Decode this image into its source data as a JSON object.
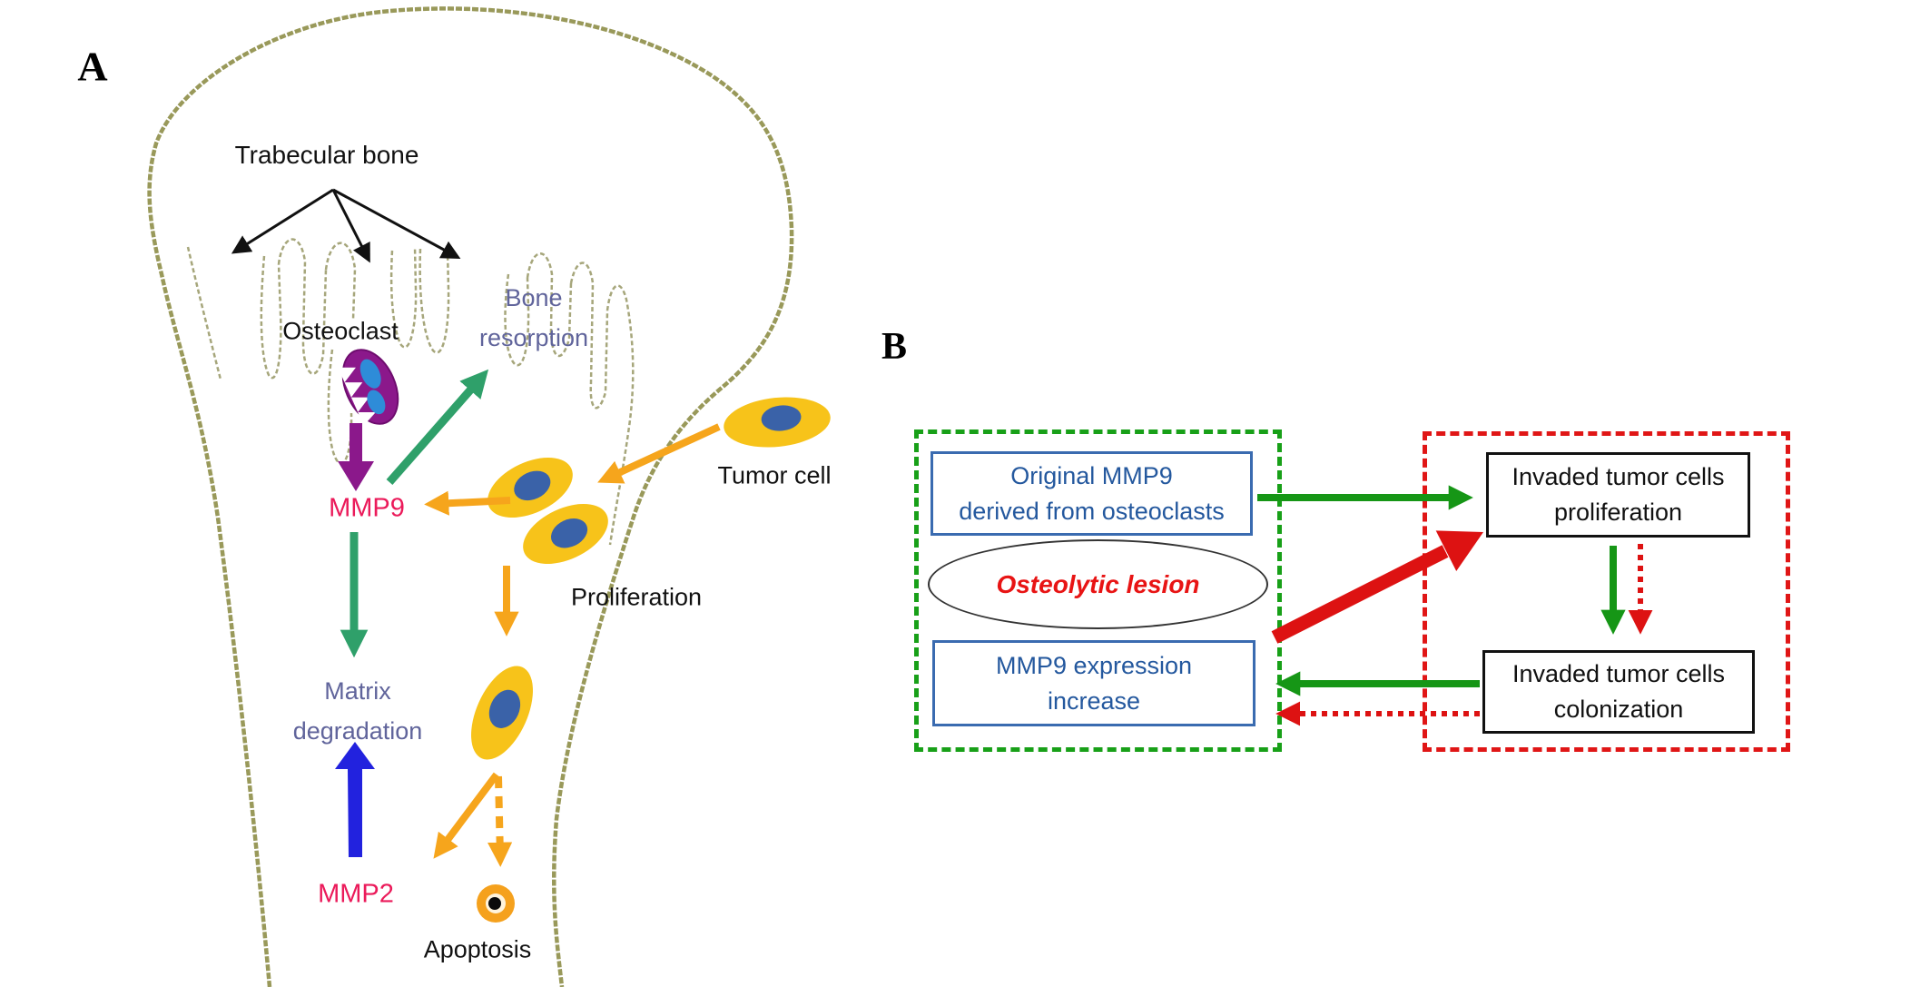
{
  "panel_a": {
    "panel_label": "A",
    "labels": {
      "trabecular_bone": "Trabecular bone",
      "osteoclast": "Osteoclast",
      "bone_resorption_line1": "Bone",
      "bone_resorption_line2": "resorption",
      "mmp9": "MMP9",
      "tumor_cell": "Tumor cell",
      "proliferation": "Proliferation",
      "matrix_degradation_line1": "Matrix",
      "matrix_degradation_line2": "degradation",
      "mmp2": "MMP2",
      "apoptosis": "Apoptosis"
    },
    "colors": {
      "bone_outline": "#99995A",
      "trabecular_line": "#A6A67B",
      "osteoclast_cell": "#8B188B",
      "tumor_cell_fill": "#F7C31A",
      "nucleus_fill": "#3A62A8",
      "mmp_text": "#EB1A5A",
      "resorption_text": "#60649B",
      "teal_arrow": "#2FA06A",
      "orange_arrow": "#F6A51C",
      "purple_arrow": "#8B188B",
      "blue_arrow": "#2222DE"
    }
  },
  "panel_b": {
    "panel_label": "B",
    "boxes": {
      "original_mmp9": {
        "line1": "Original MMP9",
        "line2": "derived from osteoclasts"
      },
      "osteolytic_lesion": {
        "text": "Osteolytic lesion"
      },
      "mmp9_increase": {
        "line1": "MMP9 expression",
        "line2": "increase"
      },
      "invaded_proliferation": {
        "line1": "Invaded tumor cells",
        "line2": "proliferation"
      },
      "invaded_colonization": {
        "line1": "Invaded tumor cells",
        "line2": "colonization"
      }
    },
    "colors": {
      "green_arrow": "#169616",
      "red_arrow": "#DD1212",
      "green_dashed_border": "#18A018",
      "red_dashed_border": "#E01616",
      "blue_box_border": "#3A6BB0",
      "blue_box_text": "#24589E",
      "lesion_text": "#E81414",
      "black_box_border": "#111111"
    }
  }
}
